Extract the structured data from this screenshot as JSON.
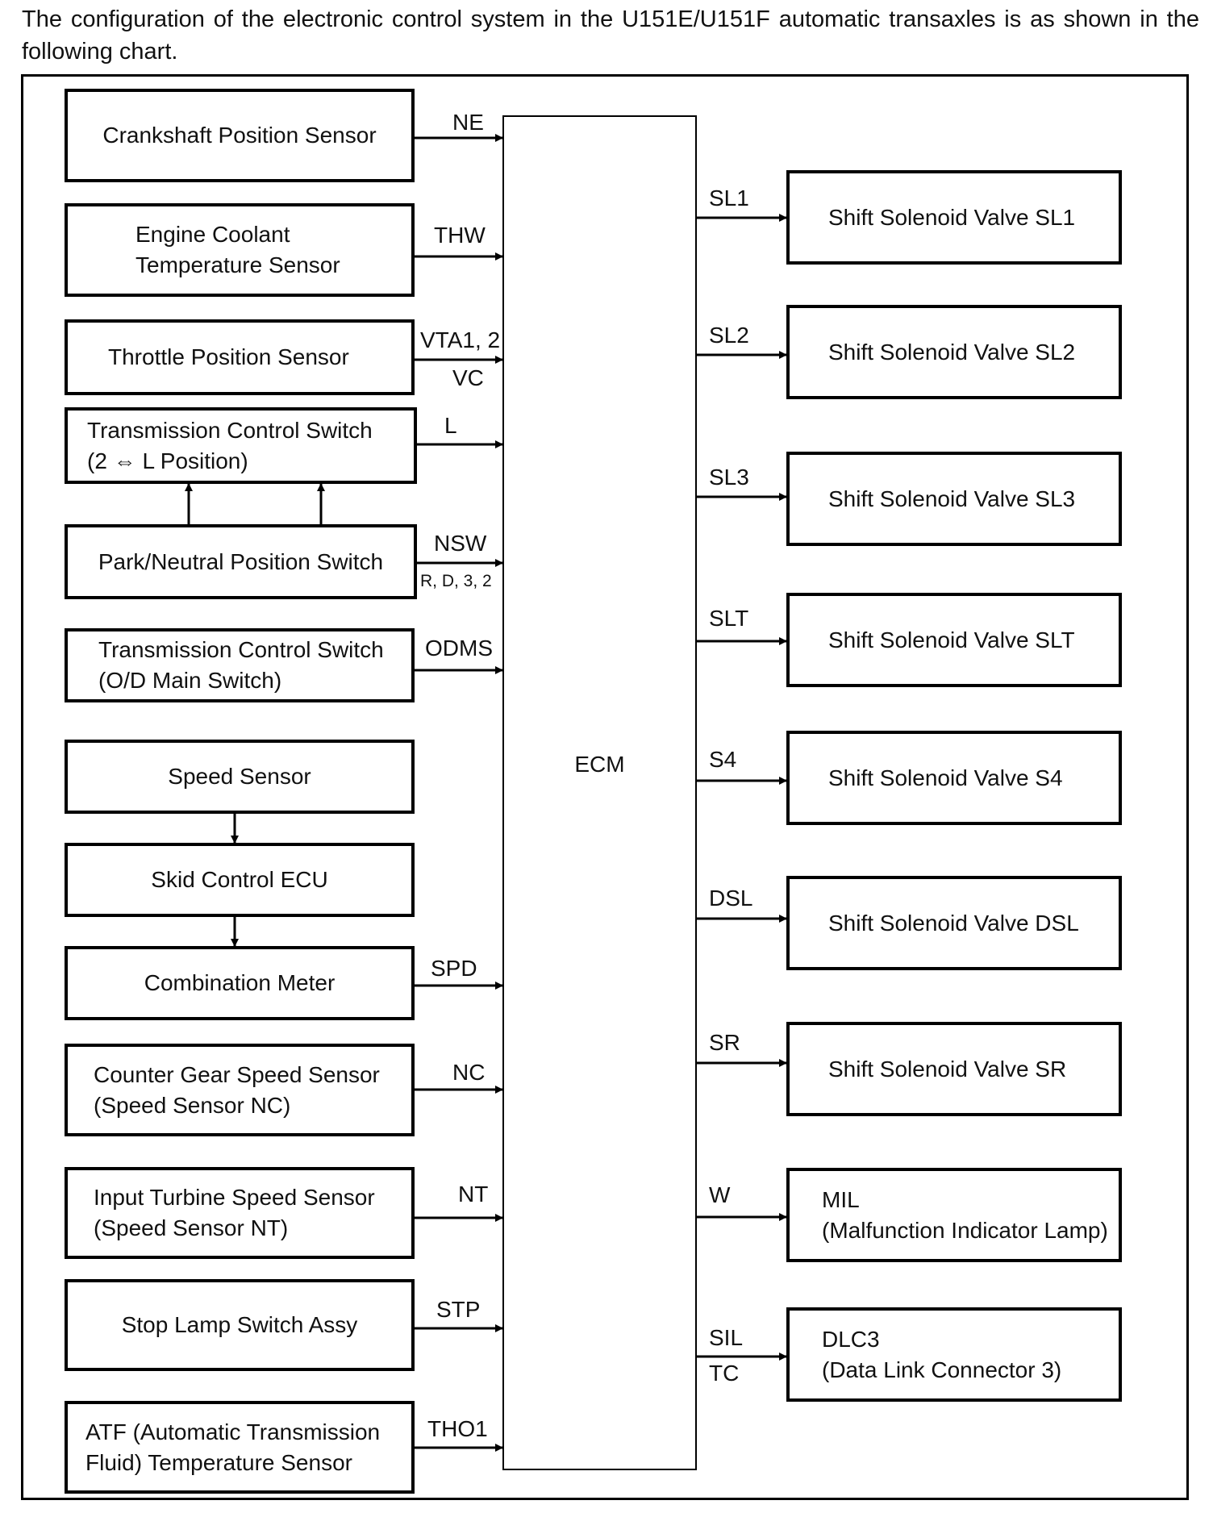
{
  "intro": "The configuration of the electronic control system in the U151E/U151F automatic transaxles is as shown in the following chart.",
  "ecm_label": "ECM",
  "inputs": [
    {
      "lines": [
        "Crankshaft Position Sensor"
      ],
      "signals": [
        "NE"
      ]
    },
    {
      "lines": [
        "Engine Coolant",
        "Temperature Sensor"
      ],
      "signals": [
        "THW"
      ]
    },
    {
      "lines": [
        "Throttle Position Sensor"
      ],
      "signals": [
        "VTA1, 2",
        "VC"
      ]
    },
    {
      "lines": [
        "Transmission Control Switch",
        "(2 ⇔ L Position)"
      ],
      "signals": [
        "L"
      ]
    },
    {
      "lines": [
        "Park/Neutral Position Switch"
      ],
      "signals": [
        "NSW",
        "R, D, 3, 2"
      ]
    },
    {
      "lines": [
        "Transmission Control Switch",
        "(O/D Main Switch)"
      ],
      "signals": [
        "ODMS"
      ]
    },
    {
      "lines": [
        "Speed Sensor"
      ],
      "signals": []
    },
    {
      "lines": [
        "Skid Control ECU"
      ],
      "signals": []
    },
    {
      "lines": [
        "Combination Meter"
      ],
      "signals": [
        "SPD"
      ]
    },
    {
      "lines": [
        "Counter Gear Speed Sensor",
        "(Speed Sensor NC)"
      ],
      "signals": [
        "NC"
      ]
    },
    {
      "lines": [
        "Input Turbine Speed Sensor",
        "(Speed Sensor NT)"
      ],
      "signals": [
        "NT"
      ]
    },
    {
      "lines": [
        "Stop Lamp Switch Assy"
      ],
      "signals": [
        "STP"
      ]
    },
    {
      "lines": [
        "ATF (Automatic Transmission",
        "Fluid) Temperature Sensor"
      ],
      "signals": [
        "THO1"
      ]
    }
  ],
  "outputs": [
    {
      "lines": [
        "Shift Solenoid Valve SL1"
      ],
      "signals": [
        "SL1"
      ]
    },
    {
      "lines": [
        "Shift Solenoid Valve SL2"
      ],
      "signals": [
        "SL2"
      ]
    },
    {
      "lines": [
        "Shift Solenoid Valve SL3"
      ],
      "signals": [
        "SL3"
      ]
    },
    {
      "lines": [
        "Shift Solenoid Valve SLT"
      ],
      "signals": [
        "SLT"
      ]
    },
    {
      "lines": [
        "Shift Solenoid Valve S4"
      ],
      "signals": [
        "S4"
      ]
    },
    {
      "lines": [
        "Shift Solenoid Valve DSL"
      ],
      "signals": [
        "DSL"
      ]
    },
    {
      "lines": [
        "Shift Solenoid Valve SR"
      ],
      "signals": [
        "SR"
      ]
    },
    {
      "lines": [
        "MIL",
        "(Malfunction Indicator Lamp)"
      ],
      "signals": [
        "W"
      ]
    },
    {
      "lines": [
        "DLC3",
        "(Data Link Connector 3)"
      ],
      "signals": [
        "SIL",
        "TC"
      ]
    }
  ]
}
